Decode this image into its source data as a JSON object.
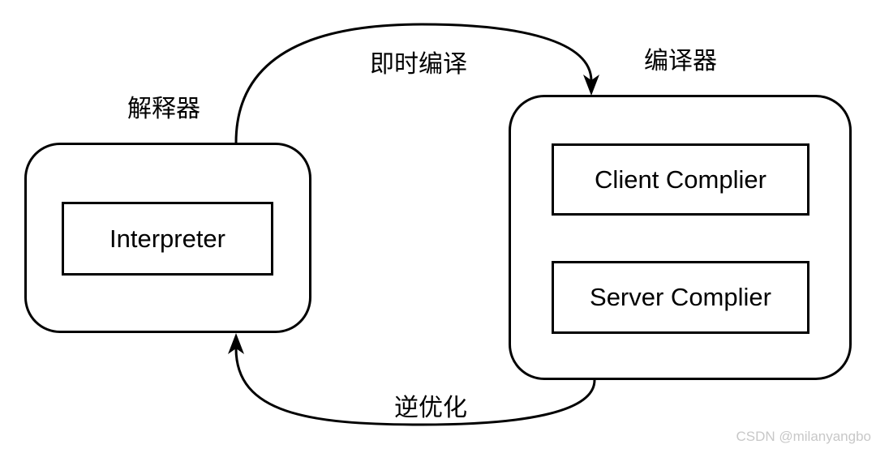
{
  "interpreter_group": {
    "label": "解释器",
    "box": "Interpreter"
  },
  "compiler_group": {
    "label": "编译器",
    "boxes": [
      "Client Complier",
      "Server Complier"
    ]
  },
  "edges": {
    "jit": "即时编译",
    "deopt": "逆优化"
  },
  "watermark": "CSDN @milanyangbo"
}
